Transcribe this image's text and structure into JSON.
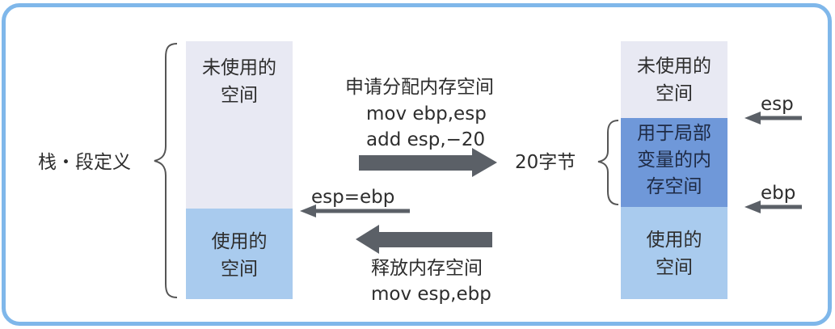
{
  "left_label": "栈・段定义",
  "left_stack": {
    "unused": [
      "未使用的",
      "空间"
    ],
    "used": [
      "使用的",
      "空间"
    ]
  },
  "allocate": {
    "title": "申请分配内存空间",
    "code1": "mov ebp,esp",
    "code2": "add esp,−20"
  },
  "release": {
    "title": "释放内存空间",
    "code": "mov esp,ebp"
  },
  "esp_ebp_label": "esp=ebp",
  "size_label": "20字节",
  "right_stack": {
    "unused": [
      "未使用的",
      "空间"
    ],
    "local": [
      "用于局部",
      "变量的内",
      "存空间"
    ],
    "used": [
      "使用的",
      "空间"
    ]
  },
  "pointers": {
    "esp": "esp",
    "ebp": "ebp"
  },
  "colors": {
    "frame": "#7fb7ea",
    "unused": "#e8e9f3",
    "used": "#a9cbee",
    "local": "#6f98d9",
    "arrow": "#5b6067"
  }
}
